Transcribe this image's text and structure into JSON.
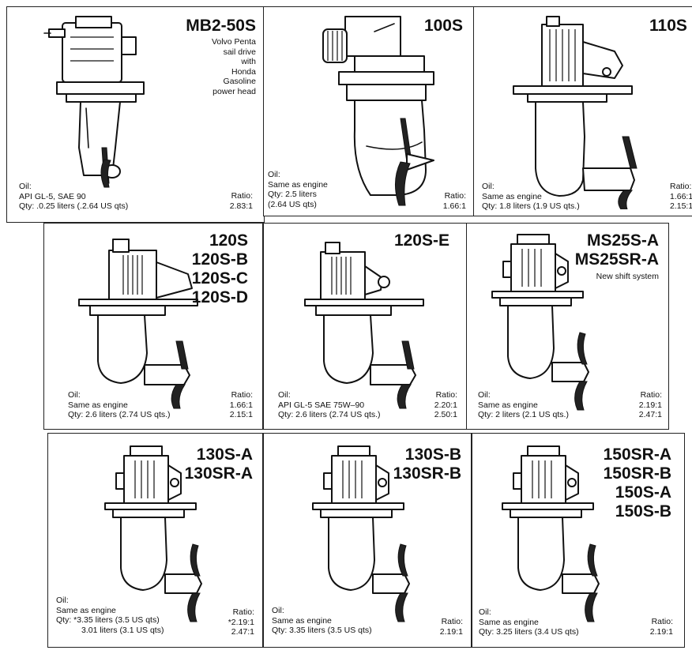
{
  "cells": [
    {
      "titles": [
        "MB2-50S"
      ],
      "desc": [
        "Volvo Penta",
        "sail drive",
        "with",
        "Honda",
        "Gasoline",
        "power head"
      ],
      "oil": [
        "Oil:",
        "API GL-5, SAE 90",
        "Qty: .0.25 liters (.2.64 US qts)"
      ],
      "ratio": [
        "Ratio:",
        "2.83:1"
      ],
      "icon": "sail-drive-outboard-icon"
    },
    {
      "titles": [
        "100S"
      ],
      "oil": [
        "Oil:",
        "Same as engine",
        "Qty: 2.5 liters",
        "(2.64 US qts)"
      ],
      "ratio": [
        "Ratio:",
        "1.66:1"
      ],
      "icon": "sail-drive-100s-icon"
    },
    {
      "titles": [
        "110S"
      ],
      "oil": [
        "Oil:",
        "Same as engine",
        "Qty: 1.8 liters (1.9 US qts.)"
      ],
      "ratio": [
        "Ratio:",
        "1.66:1",
        "2.15:1"
      ],
      "icon": "sail-drive-110s-icon"
    },
    {
      "titles": [
        "120S",
        "120S-B",
        "120S-C",
        "120S-D"
      ],
      "oil": [
        "Oil:",
        "Same as engine",
        "Qty: 2.6 liters (2.74 US qts.)"
      ],
      "ratio": [
        "Ratio:",
        "1.66:1",
        "2.15:1"
      ],
      "icon": "sail-drive-120s-icon"
    },
    {
      "titles": [
        "120S-E"
      ],
      "oil": [
        "Oil:",
        "API GL-5 SAE 75W–90",
        "Qty: 2.6 liters (2.74 US qts.)"
      ],
      "ratio": [
        "Ratio:",
        "2.20:1",
        "2.50:1"
      ],
      "icon": "sail-drive-120s-e-icon"
    },
    {
      "titles": [
        "MS25S-A",
        "MS25SR-A"
      ],
      "desc": [
        "New shift system"
      ],
      "oil": [
        "Oil:",
        "Same as engine",
        "Qty: 2 liters (2.1 US qts.)"
      ],
      "ratio": [
        "Ratio:",
        "2.19:1",
        "2.47:1"
      ],
      "icon": "sail-drive-ms25s-icon"
    },
    {
      "titles": [
        "130S-A",
        "130SR-A"
      ],
      "oil": [
        "Oil:",
        "Same as engine",
        "Qty: *3.35 liters (3.5 US qts)",
        "3.01 liters (3.1 US qts)"
      ],
      "ratio": [
        "Ratio:",
        "*2.19:1",
        "2.47:1"
      ],
      "icon": "sail-drive-130s-icon"
    },
    {
      "titles": [
        "130S-B",
        "130SR-B"
      ],
      "oil": [
        "Oil:",
        "Same as engine",
        "Qty: 3.35 liters (3.5 US qts)"
      ],
      "ratio": [
        "Ratio:",
        "2.19:1"
      ],
      "icon": "sail-drive-130s-b-icon"
    },
    {
      "titles": [
        "150SR-A",
        "150SR-B",
        "150S-A",
        "150S-B"
      ],
      "oil": [
        "Oil:",
        "Same as engine",
        "Qty: 3.25 liters (3.4 US qts)"
      ],
      "ratio": [
        "Ratio:",
        "2.19:1"
      ],
      "icon": "sail-drive-150s-icon"
    }
  ]
}
